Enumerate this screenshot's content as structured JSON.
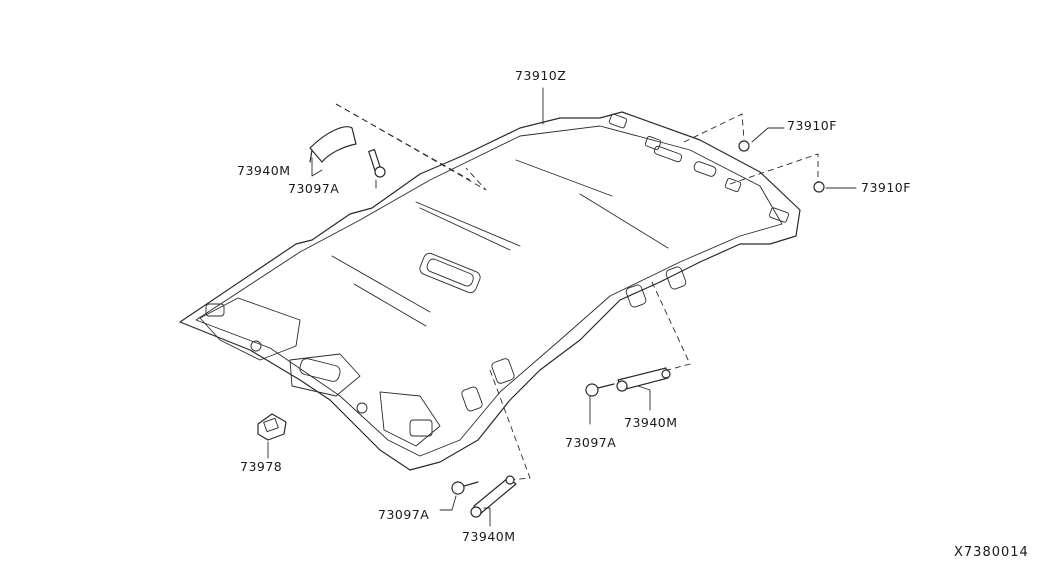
{
  "diagram_code": "X7380014",
  "parts": {
    "headlining": "73910Z",
    "clip_upper": "73910F",
    "clip_right": "73910F",
    "assist_grip_rear": "73940M",
    "screw_rear": "73097A",
    "assist_grip_mid": "73940M",
    "screw_mid": "73097A",
    "assist_grip_front": "73940M",
    "screw_front": "73097A",
    "cap": "73978"
  }
}
